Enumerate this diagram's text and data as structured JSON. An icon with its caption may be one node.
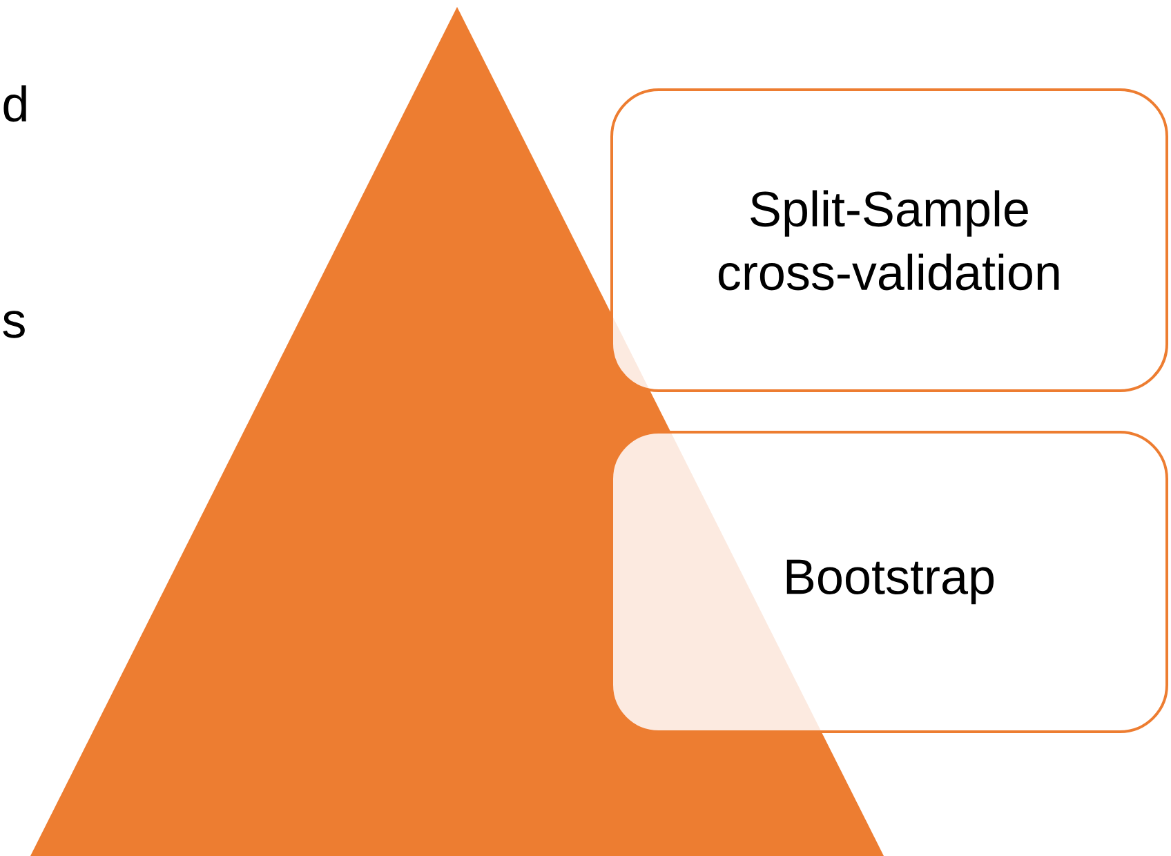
{
  "diagram": {
    "nodes": [
      {
        "text": [],
        "shape": "triangle"
      },
      {
        "text": [
          "Split-Sample cross-validation"
        ]
      },
      {
        "text": [
          "Bootstrap"
        ]
      }
    ],
    "labels": [
      "d",
      "s"
    ]
  }
}
